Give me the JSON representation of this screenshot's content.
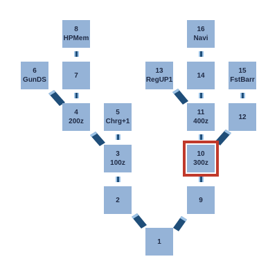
{
  "nodes": [
    {
      "id": "n8",
      "num": "8",
      "label": "HPMem"
    },
    {
      "id": "n16",
      "num": "16",
      "label": "Navi"
    },
    {
      "id": "n6",
      "num": "6",
      "label": "GunDS"
    },
    {
      "id": "n7",
      "num": "7",
      "label": ""
    },
    {
      "id": "n13",
      "num": "13",
      "label": "RegUP1"
    },
    {
      "id": "n14",
      "num": "14",
      "label": ""
    },
    {
      "id": "n15",
      "num": "15",
      "label": "FstBarr"
    },
    {
      "id": "n4",
      "num": "4",
      "label": "200z"
    },
    {
      "id": "n5",
      "num": "5",
      "label": "Chrg+1"
    },
    {
      "id": "n11",
      "num": "11",
      "label": "400z"
    },
    {
      "id": "n12",
      "num": "12",
      "label": ""
    },
    {
      "id": "n3",
      "num": "3",
      "label": "100z"
    },
    {
      "id": "n10",
      "num": "10",
      "label": "300z"
    },
    {
      "id": "n2",
      "num": "2",
      "label": ""
    },
    {
      "id": "n9",
      "num": "9",
      "label": ""
    },
    {
      "id": "n1",
      "num": "1",
      "label": ""
    }
  ],
  "selected_node": "10",
  "colors": {
    "node_fill": "#95b3d7",
    "connector": "#1f4e79",
    "selection": "#c0392b"
  }
}
